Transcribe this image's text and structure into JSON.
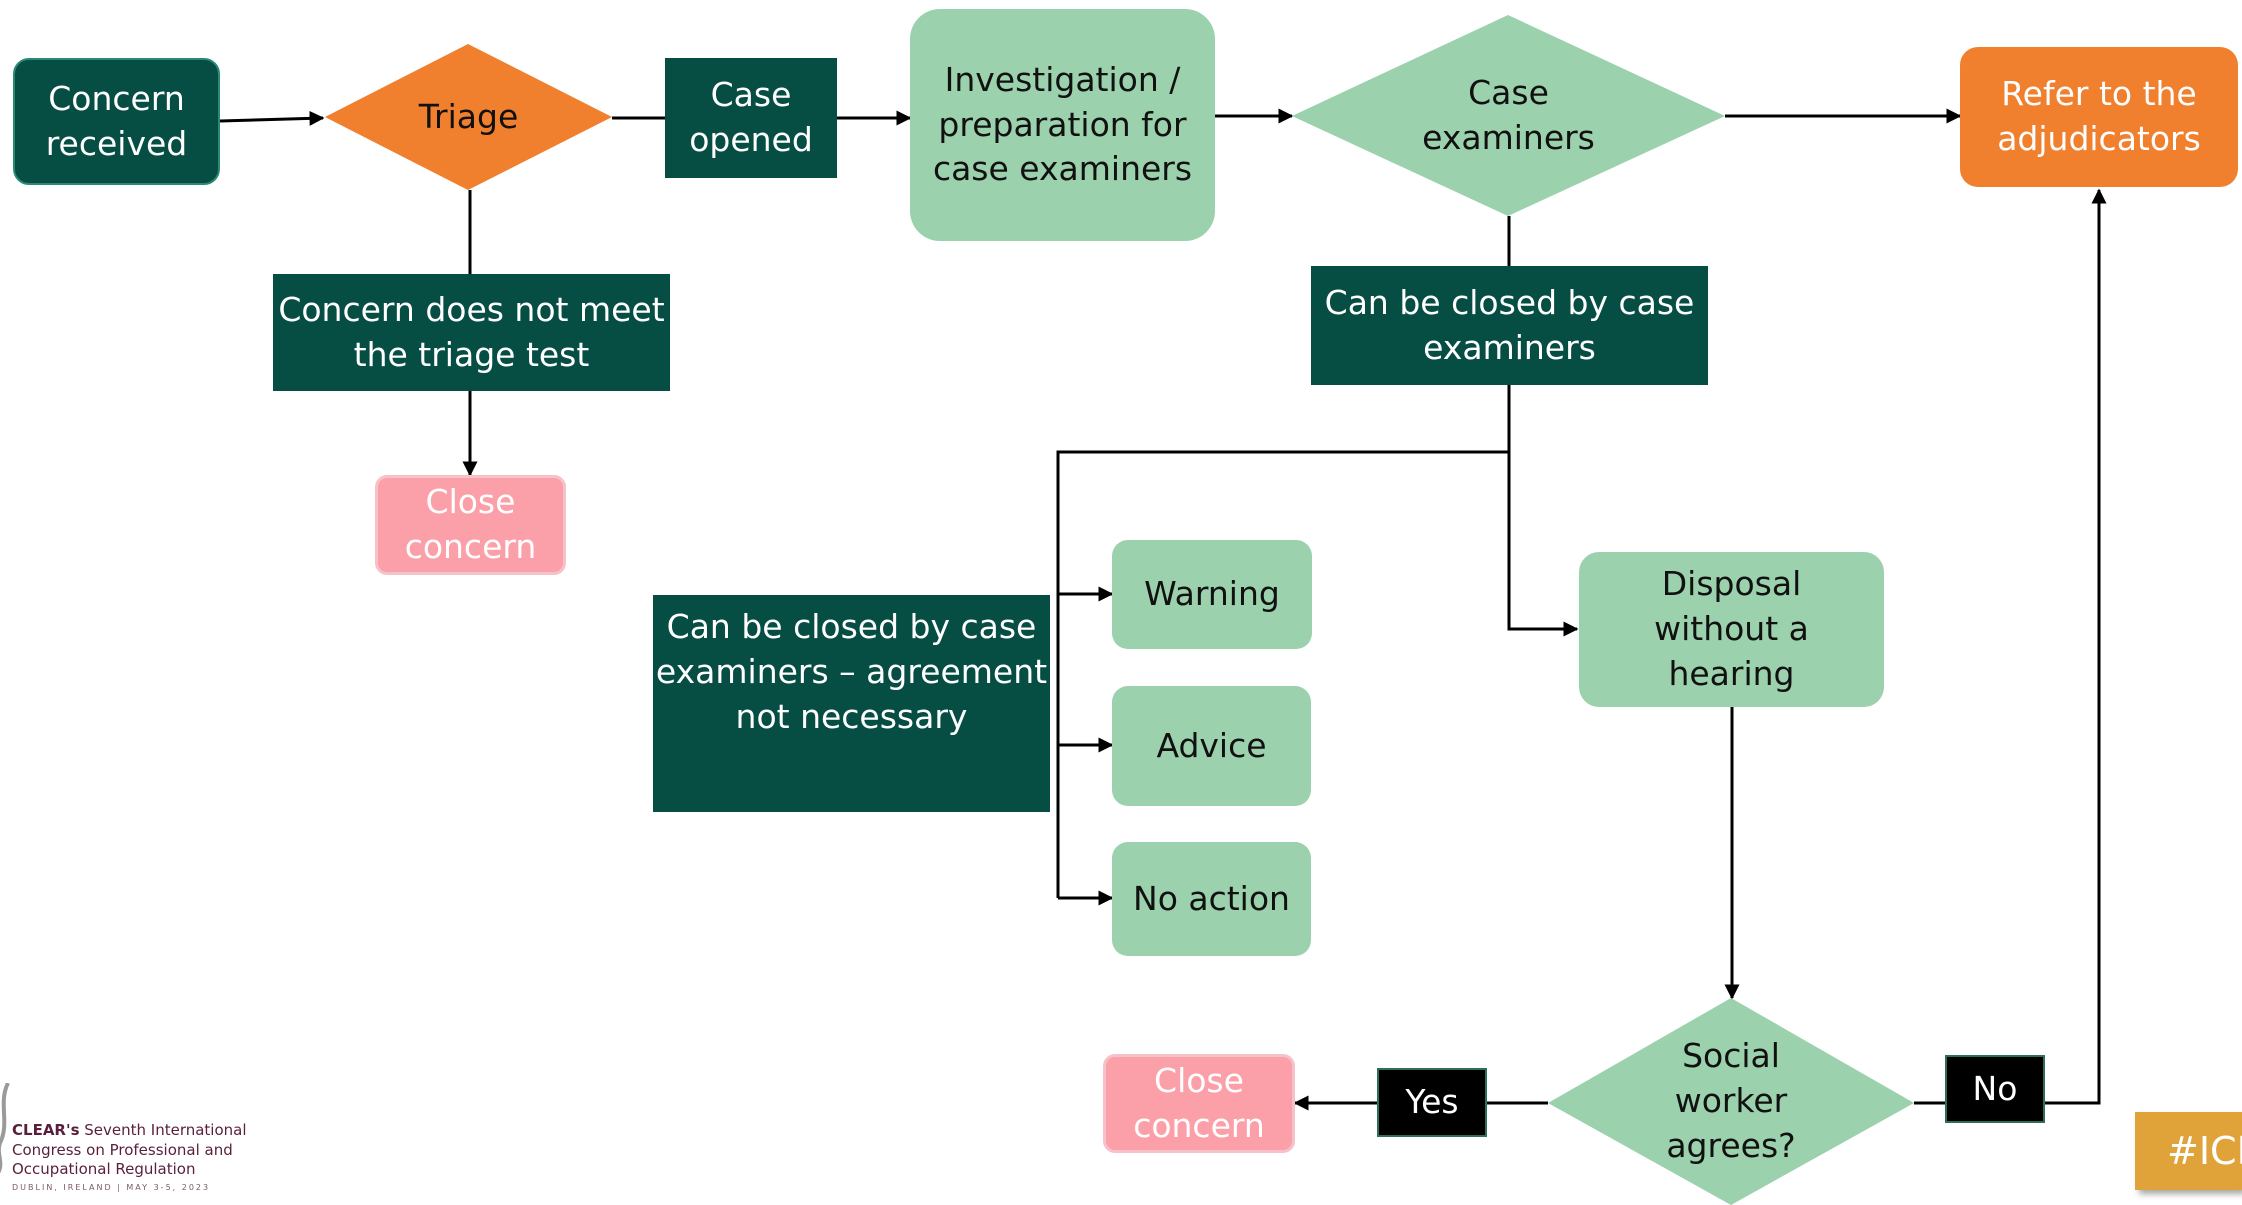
{
  "nodes": {
    "concern_received": "Concern\nreceived",
    "triage": "Triage",
    "case_opened": "Case\nopened",
    "investigation": "Investigation /\npreparation for\ncase examiners",
    "case_examiners": "Case\nexaminers",
    "refer_adjudicators": "Refer to the\nadjudicators",
    "not_meet_triage": "Concern does not meet\nthe triage test",
    "close_concern_1": "Close\nconcern",
    "can_be_closed": "Can be closed by case\nexaminers",
    "closed_no_agreement": "Can be closed by case\nexaminers – agreement\nnot necessary",
    "warning": "Warning",
    "advice": "Advice",
    "no_action": "No action",
    "disposal": "Disposal\nwithout a\nhearing",
    "social_worker_agrees": "Social\nworker\nagrees?",
    "yes": "Yes",
    "no": "No",
    "close_concern_2": "Close\nconcern"
  },
  "logo": {
    "line1_bold": "CLEAR's",
    "line1_rest": " Seventh International",
    "line2": "Congress on Professional and",
    "line3": "Occupational Regulation",
    "line4": "DUBLIN, IRELAND  |  MAY 3-5, 2023"
  },
  "hashtag": "#ICP",
  "colors": {
    "dark_green": "#064e44",
    "light_green": "#9bd1ac",
    "orange": "#f07f2e",
    "pink": "#fba0a8",
    "black": "#000000",
    "gold": "#e0a33a"
  }
}
